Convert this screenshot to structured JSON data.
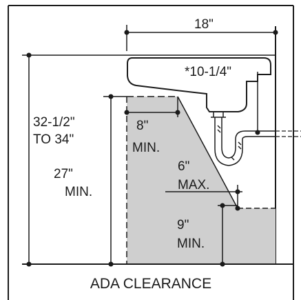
{
  "diagram": {
    "labels": {
      "width_18": "18\"",
      "rim_depth": "*10-1/4\"",
      "rim_height_line1": "32-1/2\"",
      "rim_height_line2": "TO 34\"",
      "knee_height_line1": "27\"",
      "knee_height_line2": "MIN.",
      "knee_depth_line1": "8\"",
      "knee_depth_line2": "MIN.",
      "slope_line1": "6\"",
      "slope_line2": "MAX.",
      "toe_height_line1": "9\"",
      "toe_height_line2": "MIN.",
      "caption": "ADA CLEARANCE"
    },
    "colors": {
      "clearance_fill": "#cfcfcf",
      "line": "#1a1a1a",
      "background": "#ffffff"
    }
  }
}
